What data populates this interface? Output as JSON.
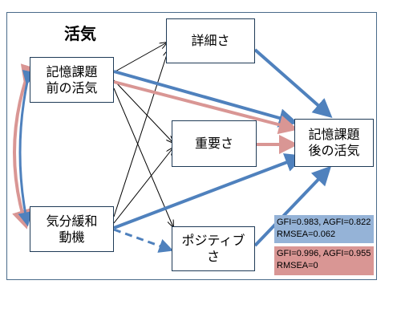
{
  "diagram": {
    "title": "活気",
    "nodes": {
      "memory_before": "記憶課題\n前の活気",
      "motivation": "気分緩和\n動機",
      "detail": "詳細さ",
      "importance": "重要さ",
      "positivity": "ポジティブ\nさ",
      "memory_after": "記憶課題\n後の活気"
    },
    "fit_boxes": [
      {
        "text": "GFI=0.983, AGFI=0.822\nRMSEA=0.062",
        "color": "#95b3d7"
      },
      {
        "text": "GFI=0.996, AGFI=0.955\nRMSEA=0",
        "color": "#d99694"
      }
    ],
    "colors": {
      "blue_path": "#4f81bd",
      "red_path": "#d99694",
      "black_path": "#000000",
      "frame": "#4a6b8a"
    }
  }
}
